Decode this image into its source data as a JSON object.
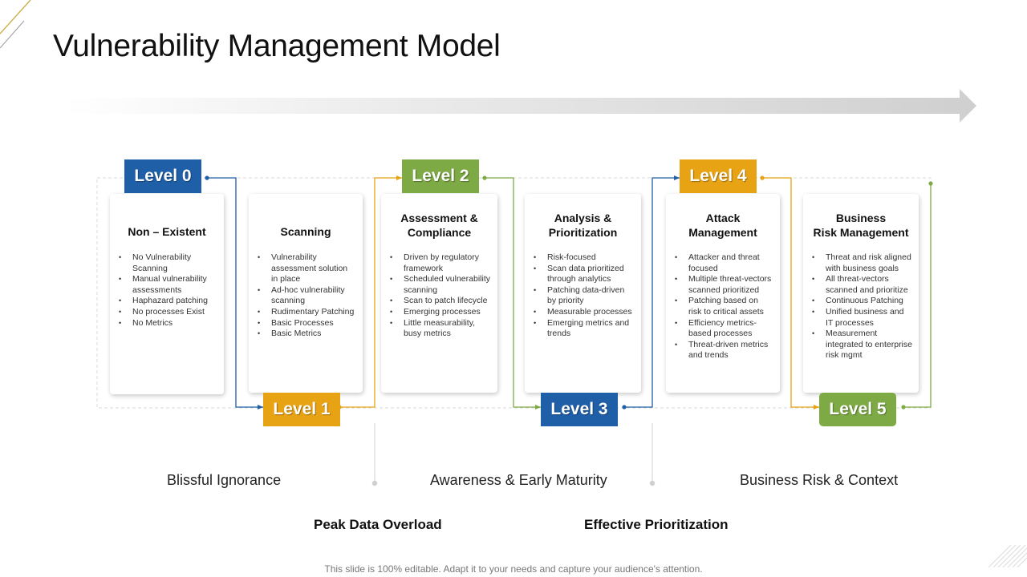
{
  "title": "Vulnerability Management Model",
  "colors": {
    "blue": "#1f5fa8",
    "orange": "#e8a314",
    "green": "#7daa44"
  },
  "levels": [
    {
      "label": "Level 0",
      "color": "blue",
      "heading": [
        "Non – Existent"
      ],
      "items": [
        "No Vulnerability Scanning",
        "Manual vulnerability assessments",
        "Haphazard patching",
        "No processes Exist",
        "No Metrics"
      ]
    },
    {
      "label": "Level 1",
      "color": "orange",
      "heading": [
        "Scanning"
      ],
      "items": [
        "Vulnerability assessment solution in place",
        "Ad-hoc vulnerability scanning",
        "Rudimentary Patching",
        "Basic Processes",
        "Basic Metrics"
      ]
    },
    {
      "label": "Level 2",
      "color": "green",
      "heading": [
        "Assessment &",
        "Compliance"
      ],
      "items": [
        "Driven by regulatory framework",
        "Scheduled vulnerability scanning",
        "Scan to patch lifecycle",
        "Emerging processes",
        "Little measurability, busy metrics"
      ]
    },
    {
      "label": "Level 3",
      "color": "blue",
      "heading": [
        "Analysis &",
        "Prioritization"
      ],
      "items": [
        "Risk-focused",
        "Scan data prioritized through analytics",
        "Patching data-driven by priority",
        "Measurable processes",
        "Emerging metrics and trends"
      ]
    },
    {
      "label": "Level 4",
      "color": "orange",
      "heading": [
        "Attack",
        "Management"
      ],
      "items": [
        "Attacker and threat focused",
        "Multiple threat-vectors scanned prioritized",
        "Patching based on risk to critical assets",
        "Efficiency metrics-based processes",
        "Threat-driven metrics and trends"
      ]
    },
    {
      "label": "Level 5",
      "color": "green",
      "heading": [
        "Business",
        "Risk Management"
      ],
      "items": [
        "Threat and risk aligned with business goals",
        "All threat-vectors scanned and prioritize",
        "Continuous Patching",
        "Unified business and IT processes",
        "Measurement integrated to enterprise risk mgmt"
      ]
    }
  ],
  "phases": [
    "Blissful Ignorance",
    "Awareness & Early Maturity",
    "Business Risk & Context"
  ],
  "milestones": [
    "Peak Data Overload",
    "Effective Prioritization"
  ],
  "footer": "This slide is 100% editable. Adapt it to your needs and capture your audience's attention."
}
